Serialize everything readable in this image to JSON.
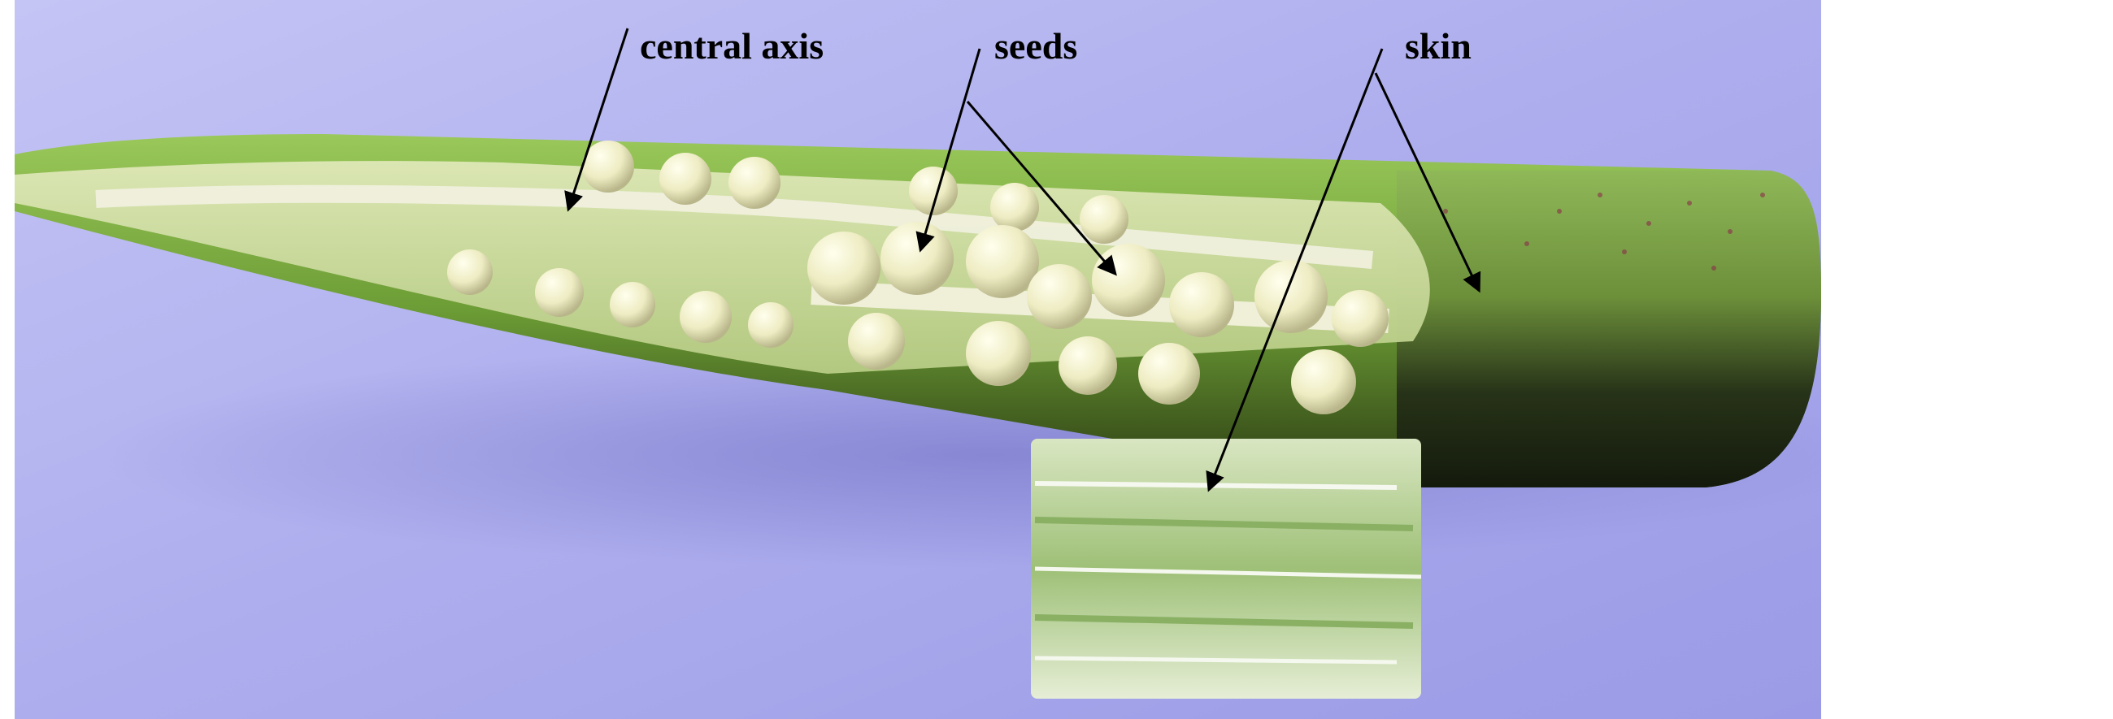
{
  "labels": {
    "central_axis": "central axis",
    "seeds": "seeds",
    "skin": "skin"
  },
  "colors": {
    "background": "#b6b6ef",
    "pod_green": "#7fb043",
    "seed": "#f1f0c8",
    "label_text": "#000000"
  }
}
